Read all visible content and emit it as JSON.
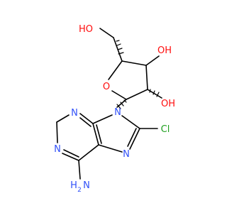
{
  "colors": {
    "bond": "#000000",
    "carbon": "#000000",
    "oxygen": "#ff0d0d",
    "nitrogen": "#3050f8",
    "chlorine": "#1fa01f"
  },
  "atoms": {
    "oh_top": "HO",
    "oh_right": "OH",
    "oh_bottom": "OH",
    "ring_o": "O",
    "n9": "N",
    "n3": "N",
    "n1": "N",
    "n7": "N",
    "cl": "Cl",
    "nh2_main": "H",
    "nh2_n": "N",
    "nh2_sub": "2"
  }
}
